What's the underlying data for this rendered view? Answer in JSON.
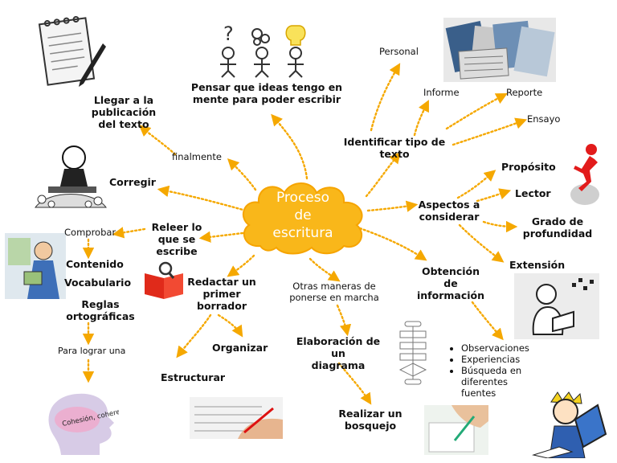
{
  "center": {
    "lines": [
      "Proceso",
      "de",
      "escritura"
    ]
  },
  "colors": {
    "cloud": "#f9b71a",
    "cloud_edge": "#f6a400",
    "arrow": "#f5a800",
    "text": "#111111"
  },
  "nodes": {
    "pensar": [
      "Pensar que ideas tengo en",
      "mente para poder escribir"
    ],
    "llegar": [
      "Llegar a la",
      "publicación",
      "del texto"
    ],
    "finalmente": "finalmente",
    "corregir": "Corregir",
    "releer": [
      "Releer lo",
      "que se",
      "escribe"
    ],
    "comprobar": "Comprobar",
    "contenido": "Contenido",
    "vocabulario": "Vocabulario",
    "reglas": [
      "Reglas",
      "ortográficas"
    ],
    "para_lograr": "Para lograr una",
    "cohesion": "Cohesión, coherencia...",
    "redactar": [
      "Redactar un",
      "primer",
      "borrador"
    ],
    "organizar": "Organizar",
    "estructurar": "Estructurar",
    "otras": [
      "Otras maneras de",
      "ponerse en marcha"
    ],
    "elaboracion": [
      "Elaboración de un",
      "diagrama"
    ],
    "realizar": [
      "Realizar un",
      "bosquejo"
    ],
    "identificar": [
      "Identificar tipo de",
      "texto"
    ],
    "personal": "Personal",
    "informe": "Informe",
    "reporte": "Reporte",
    "ensayo": "Ensayo",
    "aspectos": [
      "Aspectos a",
      "considerar"
    ],
    "proposito": "Propósito",
    "lector": "Lector",
    "grado": [
      "Grado de",
      "profundidad"
    ],
    "extension": "Extensión",
    "obtencion": [
      "Obtención",
      "de",
      "información"
    ],
    "bullets": [
      "Observaciones",
      "Experiencias",
      "Búsqueda en diferentes fuentes"
    ]
  },
  "icons": [
    "notepad-pen-icon",
    "thinking-figures-icon",
    "newspapers-icon",
    "writer-desk-icon",
    "red-figure-icon",
    "student-reading-icon",
    "magnifier-book-icon",
    "head-profile-icon",
    "hand-writing-icon",
    "flowchart-icon",
    "sketching-hand-icon",
    "reading-person-icon",
    "cartoon-student-icon"
  ]
}
